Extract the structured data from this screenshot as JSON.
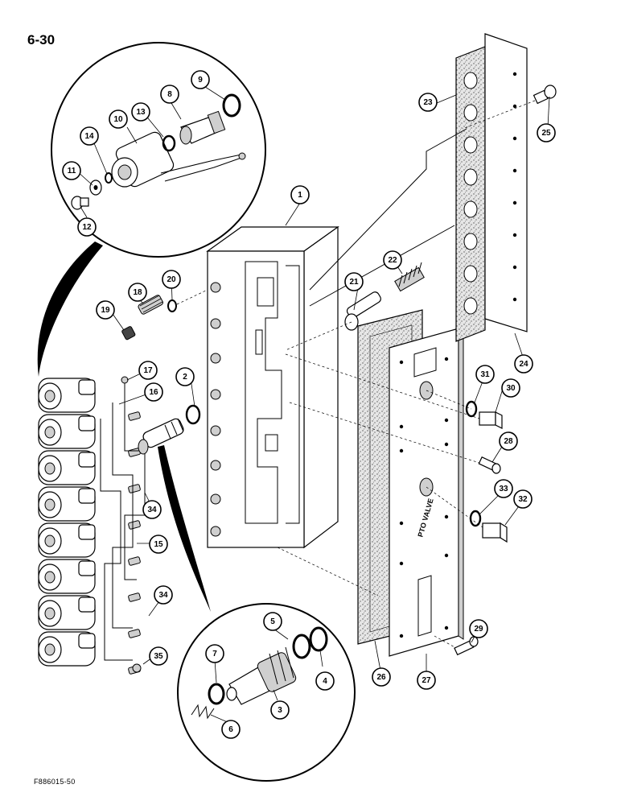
{
  "page_number": "6-30",
  "figure_code": "F886015-50",
  "cover_label": "PTO VALVE",
  "callouts": [
    "1",
    "2",
    "3",
    "4",
    "5",
    "6",
    "7",
    "8",
    "9",
    "10",
    "11",
    "12",
    "13",
    "14",
    "15",
    "16",
    "17",
    "18",
    "19",
    "20",
    "21",
    "22",
    "23",
    "24",
    "25",
    "26",
    "27",
    "28",
    "29",
    "30",
    "31",
    "32",
    "33",
    "34",
    "34",
    "35"
  ]
}
